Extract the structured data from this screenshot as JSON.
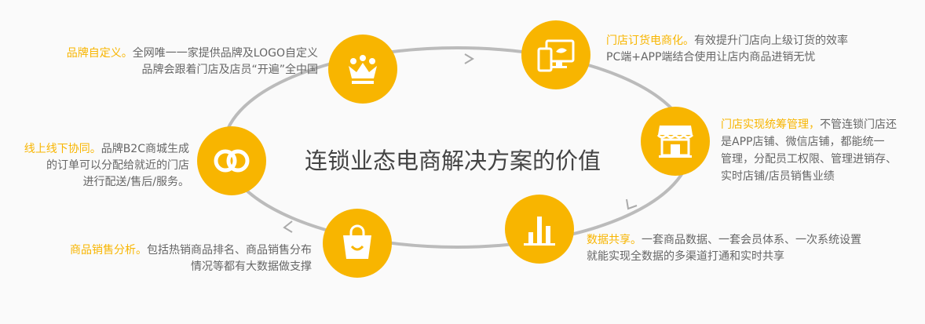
{
  "title": "连锁业态电商解决方案的价值",
  "accent_color": "#f8b500",
  "features": [
    {
      "icon": "crown-icon",
      "heading": "品牌自定义。",
      "lines": [
        "全网唯一一家提供品牌及LOGO自定义",
        "品牌会跟着门店及店员“开遍”全中国"
      ]
    },
    {
      "icon": "devices-icon",
      "heading": "门店订货电商化。",
      "lines": [
        "有效提升门店向上级订货的效率",
        "PC端+APP端结合使用让店内商品进销无忧"
      ]
    },
    {
      "icon": "store-icon",
      "heading": "门店实现统筹管理，",
      "lines": [
        "不管连锁门店还",
        "是APP店铺、微信店铺，都能统一",
        "管理，分配员工权限、管理进销存、",
        "实时店铺/店员销售业绩"
      ]
    },
    {
      "icon": "bar-chart-icon",
      "heading": "数据共享。",
      "lines": [
        "一套商品数据、一套会员体系、一次系统设置",
        "就能实现全数据的多渠道打通和实时共享"
      ]
    },
    {
      "icon": "shopping-bag-icon",
      "heading": "商品销售分析。",
      "lines": [
        "包括热销商品排名、商品销售分布",
        "情况等都有大数据做支撑"
      ]
    },
    {
      "icon": "rings-icon",
      "heading": "线上线下协同。",
      "lines": [
        "品牌B2C商城生成",
        "的订单可以分配给就近的门店",
        "进行配送/售后/服务。"
      ]
    }
  ]
}
